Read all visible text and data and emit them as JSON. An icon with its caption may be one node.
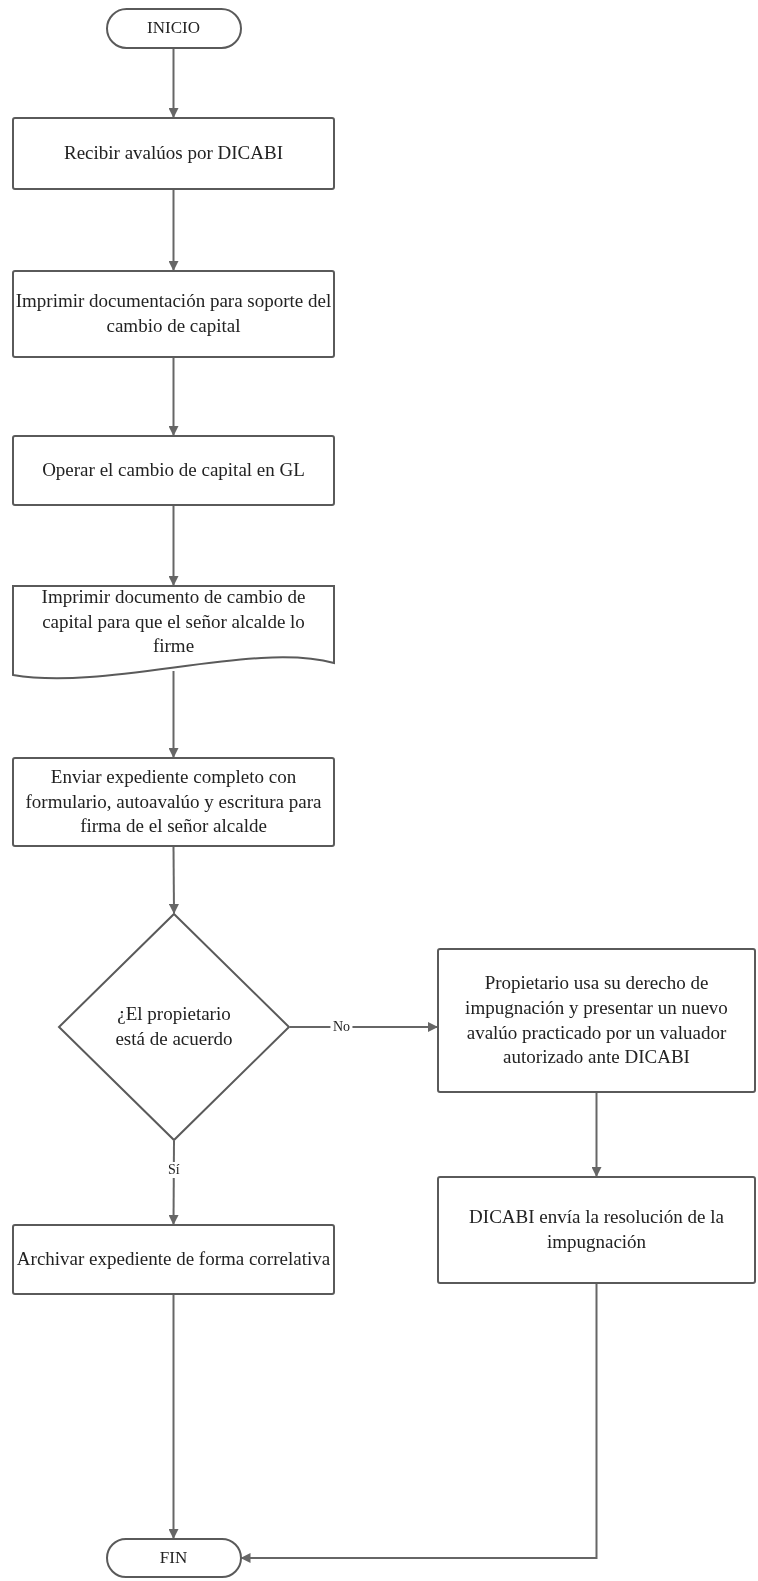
{
  "diagram": {
    "nodes": [
      {
        "text": [
          "INICIO"
        ]
      },
      {
        "text": [
          "Recibir avalúos por DICABI"
        ]
      },
      {
        "text": [
          "Imprimir documentación para soporte del cambio de capital"
        ]
      },
      {
        "text": [
          "Operar el cambio de capital en GL"
        ]
      },
      {
        "text": [
          "Imprimir documento de cambio de capital para que el señor alcalde lo firme"
        ]
      },
      {
        "text": [
          "Enviar expediente completo con formulario, autoavalúo y escritura para firma de el señor alcalde"
        ]
      },
      {
        "text": [
          "¿El propietario está de acuerdo"
        ]
      },
      {
        "text": [
          "Propietario usa su derecho de impugnación y presentar un nuevo avalúo practicado por un valuador autorizado ante DICABI"
        ]
      },
      {
        "text": [
          "DICABI envía la resolución de la impugnación"
        ]
      },
      {
        "text": [
          "Archivar expediente de forma correlativa"
        ]
      },
      {
        "text": [
          "FIN"
        ]
      }
    ],
    "edges": [
      {
        "from": 0,
        "to": 1,
        "arrow": "to"
      },
      {
        "from": 1,
        "to": 2,
        "arrow": "to"
      },
      {
        "from": 2,
        "to": 3,
        "arrow": "to"
      },
      {
        "from": 3,
        "to": 4,
        "arrow": "to"
      },
      {
        "from": 4,
        "to": 5,
        "arrow": "to"
      },
      {
        "from": 5,
        "to": 6,
        "arrow": "to"
      },
      {
        "from": 6,
        "to": 7,
        "arrow": "to",
        "label": "No"
      },
      {
        "from": 6,
        "to": 9,
        "arrow": "to",
        "label": "Sí"
      },
      {
        "from": 7,
        "to": 8,
        "arrow": "to"
      },
      {
        "from": 9,
        "to": 10,
        "arrow": "to"
      },
      {
        "from": 8,
        "to": 10,
        "arrow": "to"
      }
    ]
  }
}
